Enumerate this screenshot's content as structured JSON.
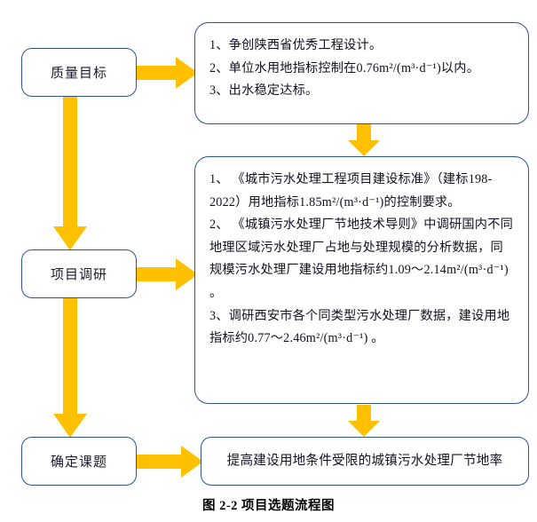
{
  "figure": {
    "caption": "图 2-2 项目选题流程图",
    "accent_arrow_color": "#FFC000",
    "box_border_color": "#2E5395",
    "text_color": "#111122",
    "background_color": "#FFFFFF"
  },
  "stages": [
    {
      "id": "quality-goal",
      "label": "质量目标"
    },
    {
      "id": "project-research",
      "label": "项目调研"
    },
    {
      "id": "determine-topic",
      "label": "确定课题"
    }
  ],
  "panels": {
    "goals": {
      "lines": [
        "1、争创陕西省优秀工程设计。",
        "2、单位水用地指标控制在0.76m²/(m³·d⁻¹)以内。",
        "3、出水稳定达标。"
      ]
    },
    "survey": {
      "lines": [
        "1、 《城市污水处理工程项目建设标准》（建标198-2022）用地指标1.85m²/(m³·d⁻¹)的控制要求。",
        "2、 《城镇污水处理厂节地技术导则》中调研国内不同地理区域污水处理厂占地与处理规模的分析数据，同规模污水处理厂建设用地指标约1.09～2.14m²/(m³·d⁻¹) 。",
        "3、调研西安市各个同类型污水处理厂数据，建设用地指标约0.77～2.46m²/(m³·d⁻¹) 。"
      ]
    },
    "result": {
      "text": "提高建设用地条件受限的城镇污水处理厂节地率"
    }
  },
  "arrows": [
    {
      "id": "quality-to-goals",
      "direction": "right",
      "from": "quality-goal",
      "to": "goals-panel"
    },
    {
      "id": "goals-to-survey",
      "direction": "down",
      "from": "goals-panel",
      "to": "survey-panel"
    },
    {
      "id": "quality-to-research",
      "direction": "down",
      "from": "quality-goal",
      "to": "project-research"
    },
    {
      "id": "research-to-survey",
      "direction": "right",
      "from": "project-research",
      "to": "survey-panel"
    },
    {
      "id": "research-to-topic",
      "direction": "down",
      "from": "project-research",
      "to": "determine-topic"
    },
    {
      "id": "survey-to-result",
      "direction": "down",
      "from": "survey-panel",
      "to": "result-panel"
    },
    {
      "id": "topic-to-result",
      "direction": "right",
      "from": "determine-topic",
      "to": "result-panel"
    }
  ]
}
